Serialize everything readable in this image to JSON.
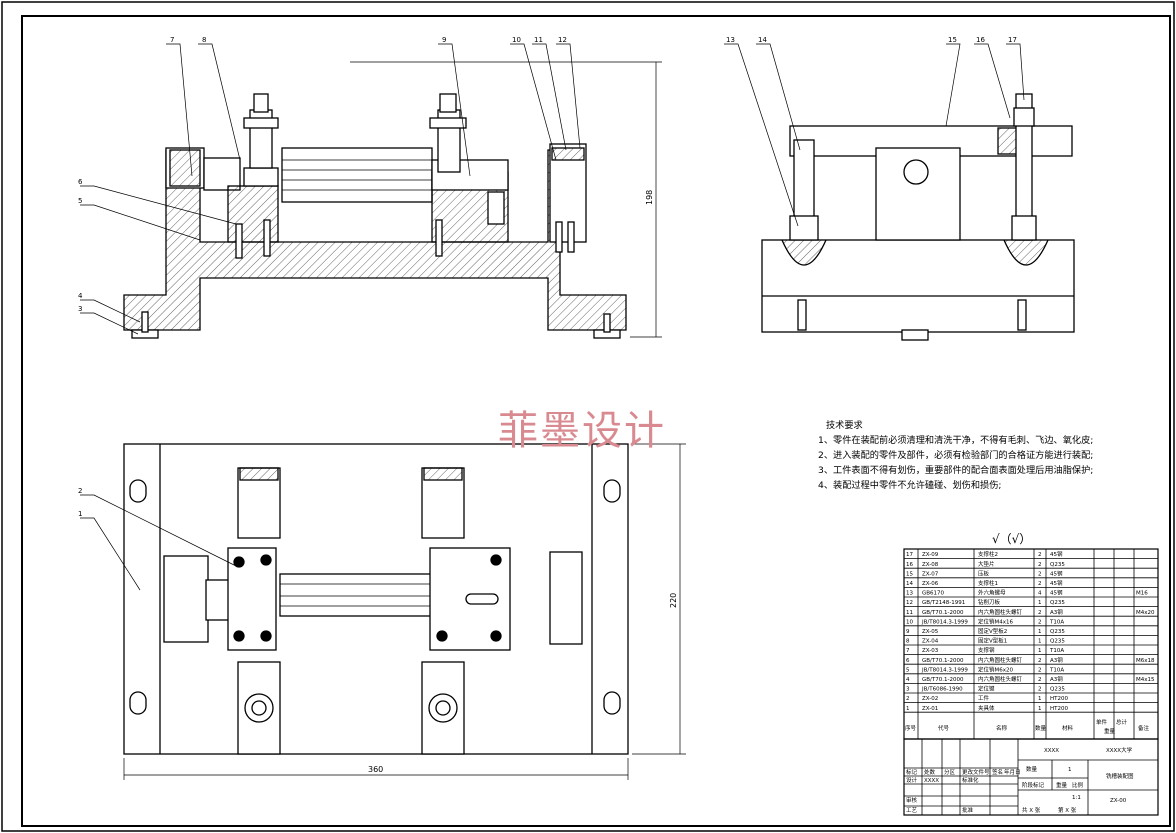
{
  "watermark": "菲墨设计",
  "tech_requirements": {
    "title": "技术要求",
    "items": [
      "1、零件在装配前必须清理和清洗干净，不得有毛刺、飞边、氧化皮;",
      "2、进入装配的零件及部件，必须有检验部门的合格证方能进行装配;",
      "3、工件表面不得有划伤，重要部件的配合面表面处理后用油脂保护;",
      "4、装配过程中零件不允许磕碰、划伤和损伤;"
    ]
  },
  "roughness": "√（√）",
  "balloons": [
    "1",
    "2",
    "3",
    "4",
    "5",
    "6",
    "7",
    "8",
    "9",
    "10",
    "11",
    "12",
    "13",
    "14",
    "15",
    "16",
    "17"
  ],
  "dimensions": {
    "height": "198",
    "width": "360",
    "depth": "220"
  },
  "bom": [
    {
      "no": "17",
      "code": "ZX-09",
      "name": "支撑柱2",
      "qty": "2",
      "mat": "45钢",
      "note": ""
    },
    {
      "no": "16",
      "code": "ZX-08",
      "name": "大垫片",
      "qty": "2",
      "mat": "Q235",
      "note": ""
    },
    {
      "no": "15",
      "code": "ZX-07",
      "name": "压板",
      "qty": "2",
      "mat": "45钢",
      "note": ""
    },
    {
      "no": "14",
      "code": "ZX-06",
      "name": "支撑柱1",
      "qty": "2",
      "mat": "45钢",
      "note": ""
    },
    {
      "no": "13",
      "code": "GB6170",
      "name": "外六角螺母",
      "qty": "4",
      "mat": "45钢",
      "note": "M16"
    },
    {
      "no": "12",
      "code": "GB/T2148-1991",
      "name": "钻削刀板",
      "qty": "1",
      "mat": "Q235",
      "note": ""
    },
    {
      "no": "11",
      "code": "GB/T70.1-2000",
      "name": "内六角圆柱头螺钉",
      "qty": "2",
      "mat": "A3钢",
      "note": "M4x20"
    },
    {
      "no": "10",
      "code": "JB/T8014.3-1999",
      "name": "定位销M4x16",
      "qty": "2",
      "mat": "T10A",
      "note": ""
    },
    {
      "no": "9",
      "code": "ZX-05",
      "name": "固定V型板2",
      "qty": "1",
      "mat": "Q235",
      "note": ""
    },
    {
      "no": "8",
      "code": "ZX-04",
      "name": "固定V型板1",
      "qty": "1",
      "mat": "Q235",
      "note": ""
    },
    {
      "no": "7",
      "code": "ZX-03",
      "name": "支撑钢",
      "qty": "1",
      "mat": "T10A",
      "note": ""
    },
    {
      "no": "6",
      "code": "GB/T70.1-2000",
      "name": "内六角圆柱头螺钉",
      "qty": "2",
      "mat": "A3钢",
      "note": "M6x18"
    },
    {
      "no": "5",
      "code": "JB/T8014.3-1999",
      "name": "定位销M6x20",
      "qty": "2",
      "mat": "T10A",
      "note": ""
    },
    {
      "no": "4",
      "code": "GB/T70.1-2000",
      "name": "内六角圆柱头螺钉",
      "qty": "2",
      "mat": "A3钢",
      "note": "M4x15"
    },
    {
      "no": "3",
      "code": "JB/T6086-1990",
      "name": "定位键",
      "qty": "2",
      "mat": "Q235",
      "note": ""
    },
    {
      "no": "2",
      "code": "ZX-02",
      "name": "工件",
      "qty": "1",
      "mat": "HT200",
      "note": ""
    },
    {
      "no": "1",
      "code": "ZX-01",
      "name": "夹具体",
      "qty": "1",
      "mat": "HT200",
      "note": ""
    }
  ],
  "bom_header": {
    "no": "序号",
    "code": "代号",
    "name": "名称",
    "qty": "数量",
    "mat": "材料",
    "wt1": "单件",
    "wt2": "总计",
    "weight": "重量",
    "note": "备注"
  },
  "title_block": {
    "designer_box": "XXXX",
    "university": "XXXX大学",
    "qty_label": "数量",
    "qty_value": "1",
    "drawing_name": "铣槽装配图",
    "stage_label": "阶段标记",
    "weight_label": "重量",
    "scale_label": "比例",
    "scale_value": "1:1",
    "drawing_no": "ZX-00",
    "sheet1": "共 X 张",
    "sheet2": "第 X 张",
    "rows": [
      "标记",
      "处数",
      "分区",
      "更改文件号",
      "签名",
      "年月日"
    ],
    "design": "设计",
    "design_name": "XXXX",
    "std": "标准化",
    "check": "审核",
    "process": "工艺",
    "approve": "批准"
  }
}
